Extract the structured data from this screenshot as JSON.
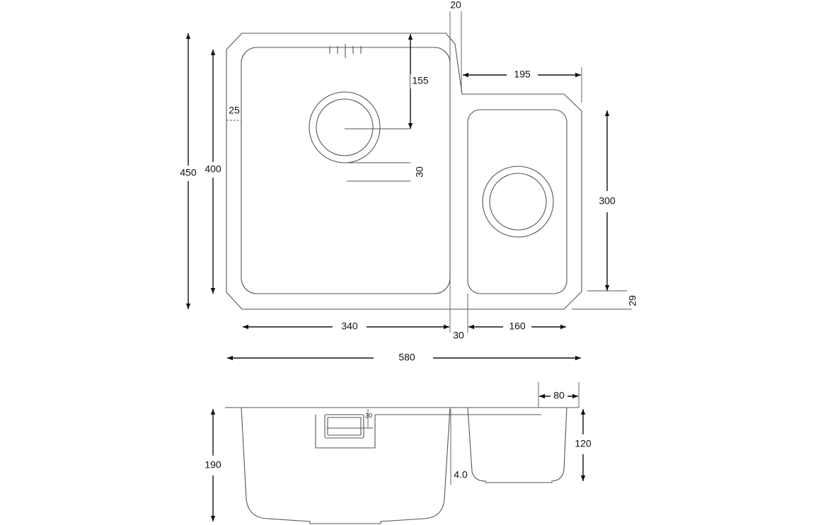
{
  "drawing": {
    "top_view": {
      "overall_depth": "450",
      "bowl_depth_large": "400",
      "waste_offset": "155",
      "overflow_offset": "30",
      "flange_width": "25",
      "step_offset": "20",
      "small_outer_width": "195",
      "bowl_depth_small": "300",
      "small_front_offset": "29",
      "bowl_width_large": "340",
      "divider_width": "30",
      "bowl_width_small": "160",
      "overall_width": "580"
    },
    "side_view": {
      "small_offset": "80",
      "depth_large": "190",
      "depth_small": "120",
      "thickness": "4.0",
      "overflow_offset": "30"
    }
  }
}
